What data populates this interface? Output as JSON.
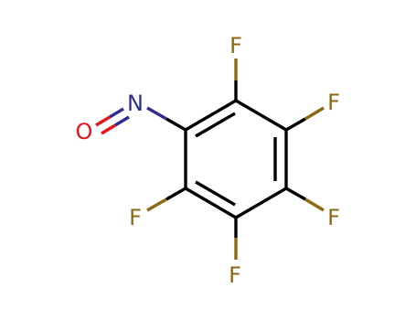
{
  "diagram": {
    "kind": "chemical-structure",
    "colors": {
      "background": "#ffffff",
      "carbon_bond": "#000000",
      "fluorine": "#8B6914",
      "nitrogen": "#2E2E8C",
      "oxygen": "#E8141B"
    },
    "labels": {
      "f_top": "F",
      "f_upper_right": "F",
      "f_lower_right": "F",
      "f_bottom": "F",
      "f_left": "F",
      "nitrogen": "N",
      "oxygen": "O"
    }
  }
}
